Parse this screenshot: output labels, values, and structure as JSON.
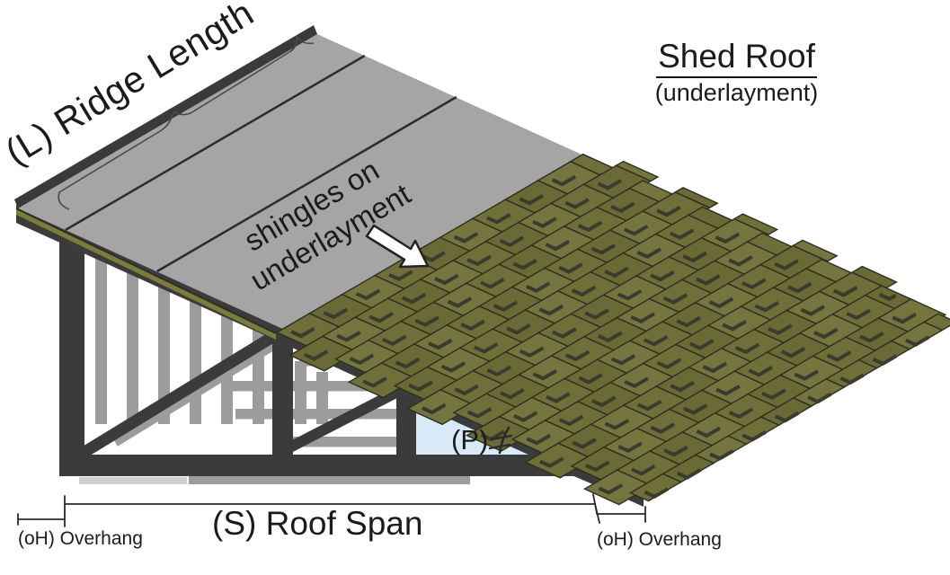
{
  "diagram": {
    "title": "Shed Roof",
    "subtitle": "(underlayment)",
    "ridge_label": "(L) Ridge Length",
    "surface_label_line1": "shingles on",
    "surface_label_line2": "underlayment",
    "pitch_label": "(P)",
    "span_label": "(S) Roof Span",
    "overhang_left_label": "(oH) Overhang",
    "overhang_right_label": "(oH) Overhang"
  },
  "colors": {
    "background": "#ffffff",
    "underlayment_gray": "#a5a5a5",
    "underlayment_seam": "#2c2c2c",
    "ridge_fascia": "#3a3a3a",
    "frame_dark": "#3b3b3b",
    "frame_light": "#9c9c9c",
    "frame_light_alt": "#cfcfcf",
    "shingle_base": "#6f7039",
    "shingle_dark": "#696a35",
    "shingle_light": "#74753f",
    "shingle_edge": "#2e2e20",
    "shingle_mark": "#3b3b2e",
    "starter_strip_olive": "#7b7b3a",
    "pitch_triangle_blue": "#d8eaf7",
    "arrow_fill": "#ffffff",
    "arrow_outline": "#222222",
    "dimension_line": "#2a2a2a",
    "text": "#1b1b1b"
  },
  "shingle_field": {
    "courses": 13,
    "course_depth": 36,
    "shingle_width": 42,
    "boundary_b": 324,
    "boundary_slope": 0.0546,
    "rake_a": 386,
    "eave_b": 778
  }
}
